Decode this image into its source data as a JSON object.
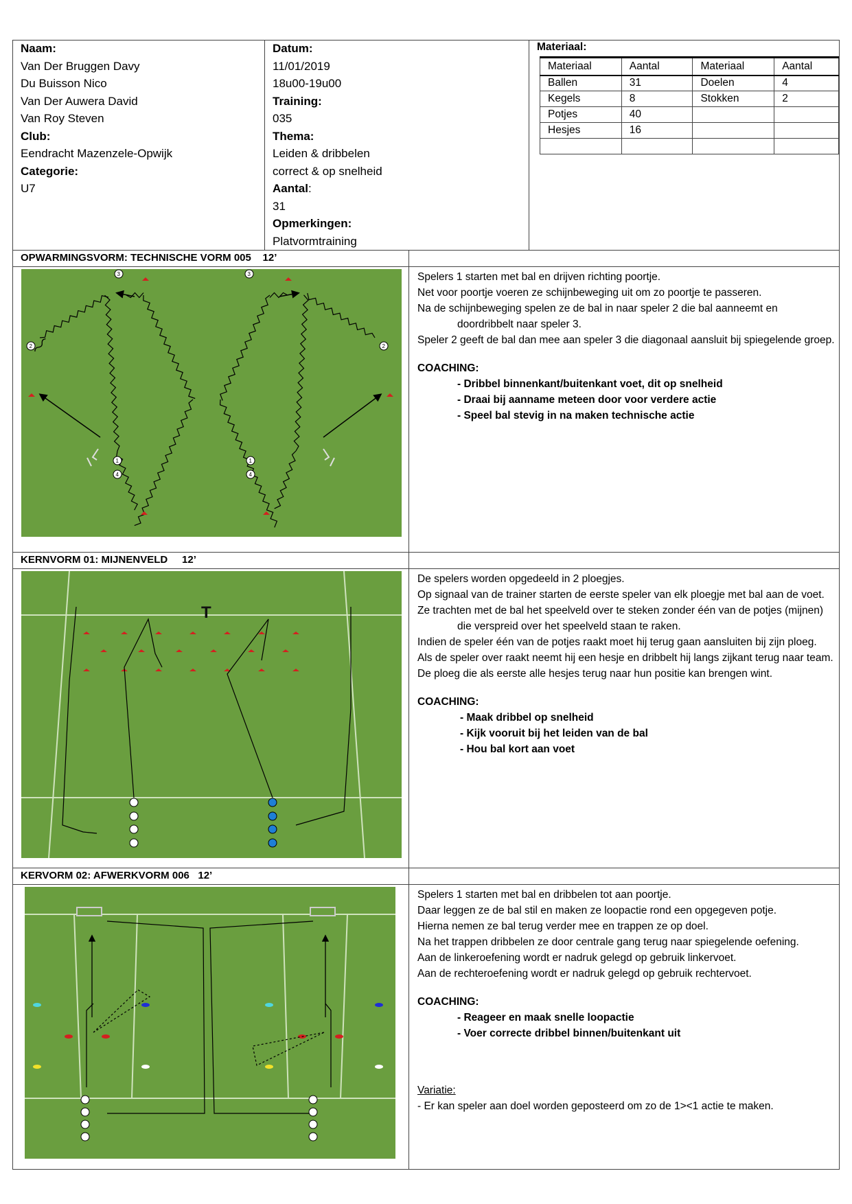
{
  "header": {
    "naam_label": "Naam:",
    "names": [
      "Van Der Bruggen Davy",
      "Du Buisson Nico",
      "Van Der Auwera David",
      "Van Roy Steven"
    ],
    "club_label": "Club:",
    "club": "Eendracht Mazenzele-Opwijk",
    "categorie_label": "Categorie:",
    "categorie": "U7",
    "datum_label": "Datum:",
    "datum": "11/01/2019",
    "tijd": "18u00-19u00",
    "training_label": "Training:",
    "training": "035",
    "thema_label": "Thema:",
    "thema_line1": "Leiden & dribbelen",
    "thema_line2": "correct & op snelheid",
    "aantal_label": "Aantal",
    "aantal_colon": ":",
    "aantal": "31",
    "opmerkingen_label": "Opmerkingen:",
    "opmerkingen": "Platvormtraining"
  },
  "materiaal": {
    "title": "Materiaal:",
    "columns": [
      "Materiaal",
      "Aantal",
      "Materiaal",
      "Aantal"
    ],
    "rows": [
      [
        "Ballen",
        "31",
        "Doelen",
        "4"
      ],
      [
        "Kegels",
        "8",
        "Stokken",
        "2"
      ],
      [
        "Potjes",
        "40",
        "",
        ""
      ],
      [
        "Hesjes",
        "16",
        "",
        ""
      ],
      [
        "",
        "",
        "",
        ""
      ]
    ]
  },
  "sections": [
    {
      "title": "OPWARMINGSVORM: TECHNISCHE VORM 005    12’",
      "paragraphs": [
        "Spelers 1 starten met bal en drijven richting poortje.",
        "Net voor poortje voeren ze schijnbeweging uit om zo poortje te passeren.",
        "Na de schijnbeweging spelen ze de bal in naar speler 2 die bal aanneemt en doordribbelt naar speler 3.",
        "Speler 2 geeft de bal dan mee aan speler 3 die diagonaal aansluit bij spiegelende groep."
      ],
      "coaching_label": "COACHING:",
      "coaching": [
        "- Dribbel binnenkant/buitenkant voet, dit op snelheid",
        "- Draai bij aanname meteen door voor verdere actie",
        "- Speel bal stevig in na maken technische actie"
      ]
    },
    {
      "title": "KERNVORM 01: MIJNENVELD     12’",
      "paragraphs": [
        "De spelers worden opgedeeld in 2 ploegjes.",
        "Op signaal van de trainer starten de eerste speler van elk ploegje met bal aan de voet.",
        "Ze trachten met de bal het speelveld over te steken zonder één van de potjes (mijnen) die verspreid over het speelveld staan te raken.",
        "Indien de speler één van de potjes raakt moet hij terug gaan aansluiten bij zijn ploeg.",
        "Als de speler over raakt neemt hij een hesje en dribbelt hij langs zijkant terug naar team.",
        "De ploeg die als eerste alle hesjes terug naar hun positie kan brengen wint."
      ],
      "coaching_label": "COACHING:",
      "coaching": [
        "- Maak dribbel op snelheid",
        "- Kijk vooruit bij het leiden van de bal",
        "- Hou bal kort aan voet"
      ],
      "trainer_mark": "T"
    },
    {
      "title": "KERVORM 02: AFWERKVORM 006   12’",
      "paragraphs": [
        "Spelers 1 starten met bal en dribbelen tot aan poortje.",
        "Daar leggen ze de bal stil en maken ze loopactie rond een opgegeven potje.",
        "Hierna nemen ze bal terug verder mee en trappen ze op doel.",
        "Na het trappen dribbelen ze door centrale gang terug naar spiegelende oefening.",
        "Aan de linkeroefening wordt er nadruk gelegd op gebruik linkervoet.",
        "Aan de rechteroefening wordt er nadruk gelegd op gebruik rechtervoet."
      ],
      "coaching_label": "COACHING:",
      "coaching": [
        "- Reageer en maak snelle loopactie",
        "- Voer correcte dribbel binnen/buitenkant uit"
      ],
      "variatie_label": "Variatie:",
      "variatie": "- Er kan speler aan doel worden geposteerd om zo de 1><1 actie te maken."
    }
  ],
  "player_numbers": [
    "1",
    "2",
    "3",
    "4"
  ],
  "colors": {
    "field": "#6a9e3f",
    "cone": "#d42020",
    "blue": "#1e7fd6",
    "cyan": "#4fd6e0",
    "yellow": "#f2e12a"
  }
}
